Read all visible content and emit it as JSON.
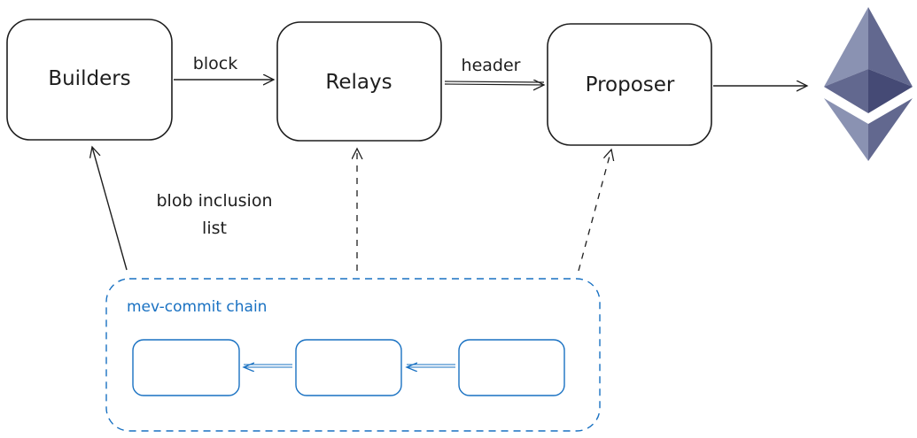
{
  "nodes": {
    "builders": "Builders",
    "relays": "Relays",
    "proposer": "Proposer"
  },
  "edges": {
    "block": "block",
    "header": "header",
    "blob_line1": "blob inclusion",
    "blob_line2": "list"
  },
  "chain": {
    "title": "mev-commit chain"
  },
  "colors": {
    "ink": "#1e1e1e",
    "chain_blue": "#1971c2",
    "eth_light": "#8a92b2",
    "eth_mid": "#62688f",
    "eth_dark": "#454a75"
  },
  "logo": "ethereum-logo"
}
